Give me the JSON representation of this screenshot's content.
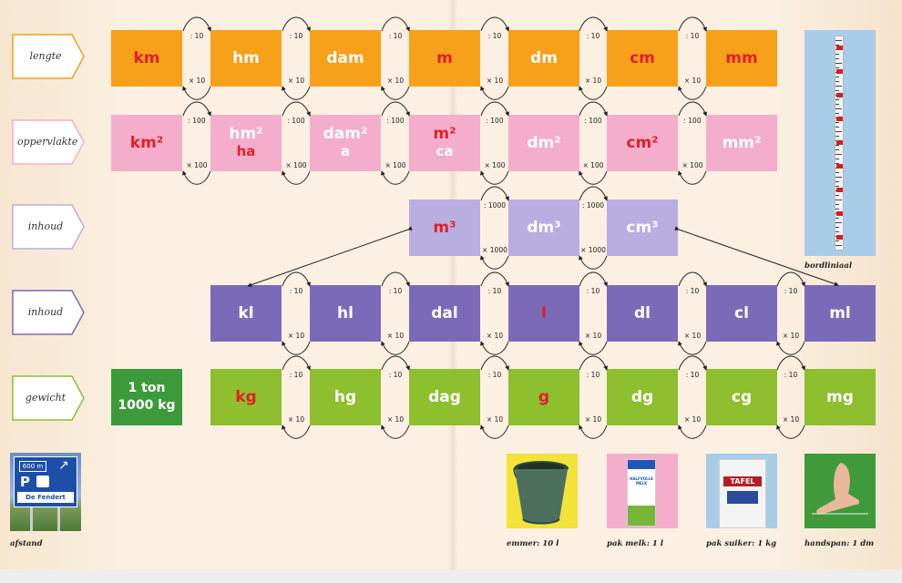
{
  "rows": {
    "lengte": {
      "label": "lengte"
    },
    "oppervlakte": {
      "label": "oppervlakte"
    },
    "inhoud3": {
      "label": "inhoud"
    },
    "inhoud": {
      "label": "inhoud"
    },
    "gewicht": {
      "label": "gewicht"
    }
  },
  "lengte_units": [
    "km",
    "hm",
    "dam",
    "m",
    "dm",
    "cm",
    "mm"
  ],
  "oppervlakte_units": [
    {
      "main": "km²",
      "sub": ""
    },
    {
      "main": "hm²",
      "sub": "ha"
    },
    {
      "main": "dam²",
      "sub": "a"
    },
    {
      "main": "m²",
      "sub": "ca"
    },
    {
      "main": "dm²",
      "sub": ""
    },
    {
      "main": "cm²",
      "sub": ""
    },
    {
      "main": "mm²",
      "sub": ""
    }
  ],
  "inhoud3_units": [
    "m³",
    "dm³",
    "cm³"
  ],
  "inhoud_units": [
    "kl",
    "hl",
    "dal",
    "l",
    "dl",
    "cl",
    "ml"
  ],
  "gewicht_ton": {
    "line1": "1 ton",
    "line2": "1000 kg"
  },
  "gewicht_units": [
    "kg",
    "hg",
    "dag",
    "g",
    "dg",
    "cg",
    "mg"
  ],
  "factors": {
    "div10": ": 10",
    "mul10": "× 10",
    "div100": ": 100",
    "mul100": "× 100",
    "div1000": ": 1000",
    "mul1000": "× 1000"
  },
  "sign": {
    "distance": "600 m",
    "p": "P",
    "name": "De Fendert"
  },
  "captions": {
    "ruler": "bordliniaal",
    "afstand": "afstand",
    "emmer": "emmer: 10 l",
    "melk": "pak melk: 1 l",
    "suiker": "pak suiker: 1 kg",
    "handspan": "handspan: 1 dm"
  },
  "product_text": {
    "milk": "HALFVOLLE MELK",
    "sugar": "TAFEL"
  },
  "colors": {
    "lengte": "#f7a01a",
    "oppervlakte": "#f4aecb",
    "inhoud3": "#b8aee0",
    "inhoud": "#7a6ab8",
    "gewicht": "#8dbf2e",
    "highlight": "#e0202a",
    "ruler_bg": "#a9cde8"
  }
}
